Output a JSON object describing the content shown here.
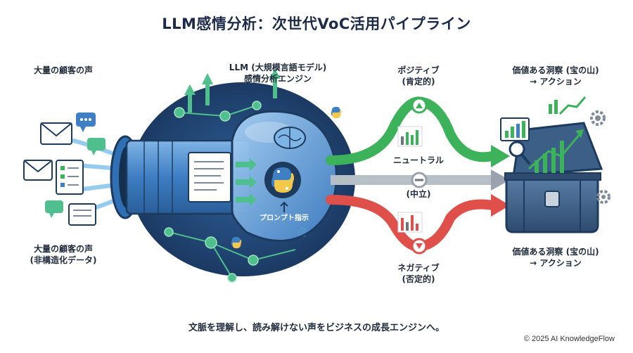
{
  "title": "LLM感情分析：次世代VoC活用パイプライン",
  "labels": {
    "voices_top": "大量の顧客の声",
    "voices_bottom_1": "大量の顧客の声",
    "voices_bottom_2": "(非構造化データ)",
    "engine_1": "LLM (大規模言語モデル)",
    "engine_2": "感情分析エンジン",
    "prompt": "プロンプト指示",
    "positive_1": "ポジティブ",
    "positive_2": "(肯定的)",
    "neutral_1": "ニュートラル",
    "neutral_2": "(中立)",
    "negative_1": "ネガティブ",
    "negative_2": "(否定的)",
    "insight_top_1": "価値ある洞察 (宝の山)",
    "insight_top_2": "→ アクション",
    "insight_bottom_1": "価値ある洞察 (宝の山)",
    "insight_bottom_2": "→ アクション"
  },
  "caption": "文脈を理解し、読み解けない声をビジネスの成長エンジンへ。",
  "copyright": "© 2025 AI KnowledgeFlow",
  "colors": {
    "positive": "#3cb35a",
    "neutral": "#9aa3ad",
    "negative": "#e0504a",
    "engine_blue": "#2f6fb3",
    "dark_navy": "#1d3a5f"
  },
  "icons": [
    "envelope-icon",
    "chat-bubble-icon",
    "checklist-icon",
    "document-icon",
    "brain-icon",
    "python-logo-icon",
    "treasure-chest-icon",
    "gear-icon",
    "bar-chart-icon",
    "magnifier-icon"
  ]
}
